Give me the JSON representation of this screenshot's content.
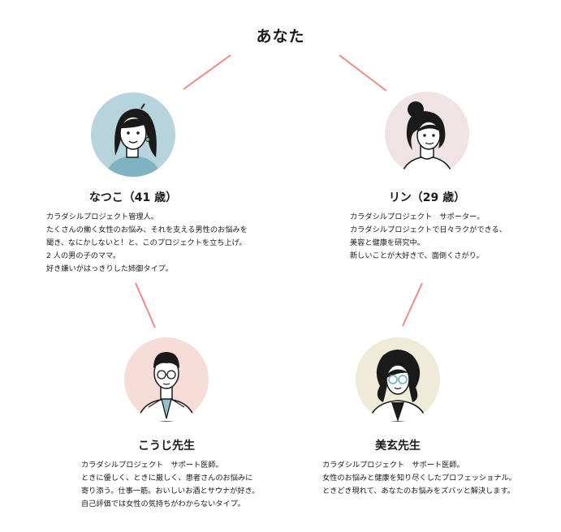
{
  "center": {
    "label": "あなた"
  },
  "people": [
    {
      "id": "natsuko",
      "name": "なつこ（41 歳）",
      "lines": [
        "カラダシルプロジェクト管理人。",
        "たくさんの働く女性のお悩み、それを支える男性のお悩みを",
        "聞き、なにかしないと！と、このプロジェクトを立ち上げ。",
        "2 人の男の子のママ。",
        "好き嫌いがはっきりした姉御タイプ。"
      ],
      "avatar_bg": "#b7d3db"
    },
    {
      "id": "rin",
      "name": "リン（29 歳）",
      "lines": [
        "カラダシルプロジェクト　サポーター。",
        "カラダシルプロジェクトで日々ラクができる、",
        "美容と健康を研究中。",
        "新しいことが大好きで、面倒くさがり。"
      ],
      "avatar_bg": "#efe4e3"
    },
    {
      "id": "kouji",
      "name": "こうじ先生",
      "lines": [
        "カラダシルプロジェクト　サポート医師。",
        "ときに優しく、ときに厳しく、患者さんのお悩みに",
        "寄り添う。仕事一筋。おいしいお酒とサウナが好き。",
        "自己評価では女性の気持ちがわからないタイプ。"
      ],
      "avatar_bg": "#f6ddd8"
    },
    {
      "id": "migen",
      "name": "美玄先生",
      "lines": [
        "カラダシルプロジェクト　サポート医師。",
        "女性のお悩みと健康を知り尽くしたプロフェッショナル。",
        "ときどき現れて、あなたのお悩みをズバッと解決します。"
      ],
      "avatar_bg": "#f0ead8"
    }
  ],
  "colors": {
    "connector": "#ef8a84",
    "text": "#1a1a1a"
  }
}
